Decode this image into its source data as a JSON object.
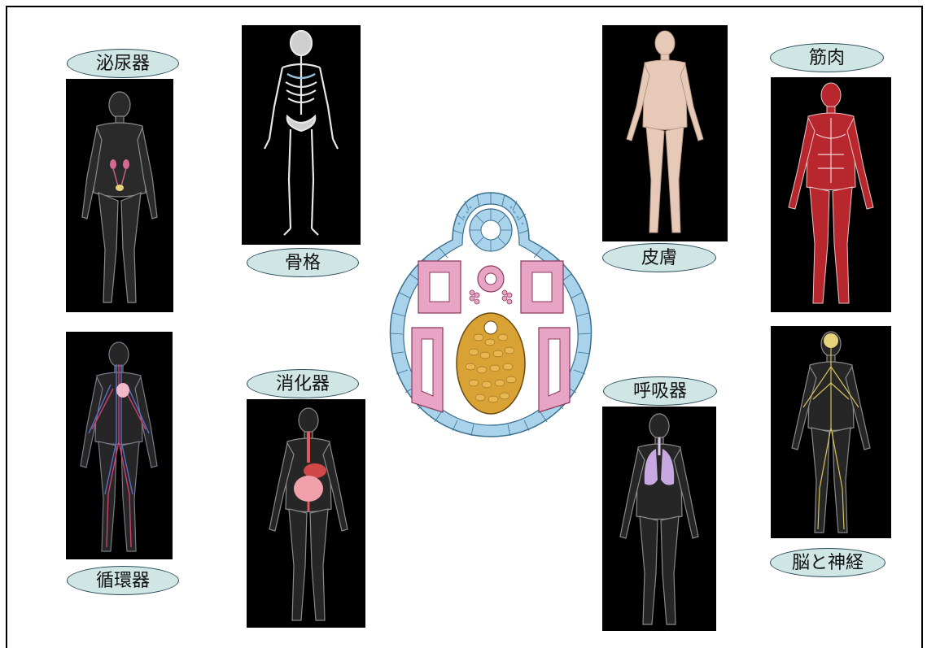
{
  "labels": {
    "urinary": "泌尿器",
    "skeleton": "骨格",
    "skin": "皮膚",
    "muscle": "筋肉",
    "circulatory": "循環器",
    "digestive": "消化器",
    "respiratory": "呼吸器",
    "nervous": "脳と神経"
  },
  "colors": {
    "label_fill": "#cfe6e4",
    "label_border": "#2b4b5a",
    "panel_bg": "#000000",
    "ectoderm_blue": "#a9d3ea",
    "mesoderm_pink": "#e8a4c4",
    "yolk_gold": "#d9a234"
  }
}
